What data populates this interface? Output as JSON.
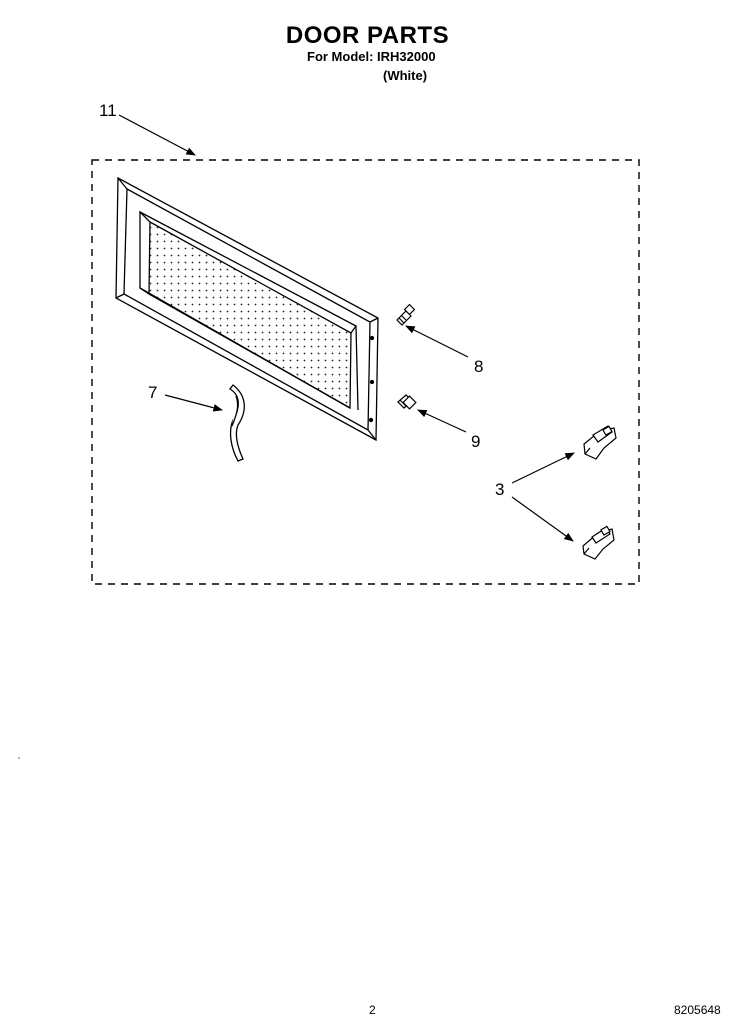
{
  "header": {
    "title": "DOOR PARTS",
    "model_line": "For Model: IRH32000",
    "variant": "(White)"
  },
  "callouts": {
    "frame": "11",
    "screw_top": "8",
    "screw_bottom": "9",
    "handle": "7",
    "hinges": "3"
  },
  "footer": {
    "page_number": "2",
    "document_number": "8205648"
  }
}
